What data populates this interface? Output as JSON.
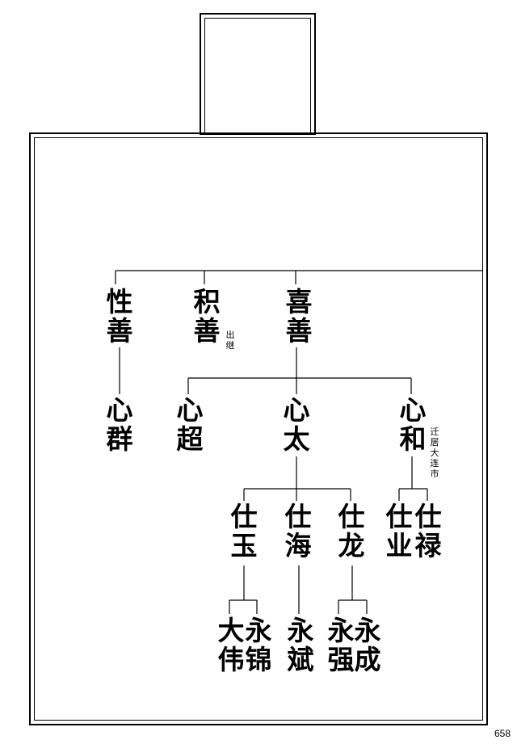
{
  "generations": {
    "g1": [
      {
        "id": "xingshan",
        "chars": [
          "性",
          "善"
        ]
      },
      {
        "id": "jishan",
        "chars": [
          "积",
          "善"
        ],
        "note": [
          "出",
          "继"
        ]
      },
      {
        "id": "xishan",
        "chars": [
          "喜",
          "善"
        ]
      }
    ],
    "g2": [
      {
        "id": "xinqun",
        "chars": [
          "心",
          "群"
        ]
      },
      {
        "id": "xinchao",
        "chars": [
          "心",
          "超"
        ]
      },
      {
        "id": "xintai",
        "chars": [
          "心",
          "太"
        ]
      },
      {
        "id": "xinhe",
        "chars": [
          "心",
          "和"
        ],
        "note": [
          "迁",
          "居",
          "大",
          "连",
          "市"
        ]
      }
    ],
    "g3": [
      {
        "id": "shiyu",
        "chars": [
          "仕",
          "玉"
        ]
      },
      {
        "id": "shihai",
        "chars": [
          "仕",
          "海"
        ]
      },
      {
        "id": "shilong",
        "chars": [
          "仕",
          "龙"
        ]
      },
      {
        "id": "shiye",
        "chars": [
          "仕",
          "业"
        ]
      },
      {
        "id": "shilu",
        "chars": [
          "仕",
          "禄"
        ]
      }
    ],
    "g4": [
      {
        "id": "dawei",
        "chars": [
          "大",
          "伟"
        ]
      },
      {
        "id": "yongjin",
        "chars": [
          "永",
          "锦"
        ]
      },
      {
        "id": "yongbin",
        "chars": [
          "永",
          "斌"
        ]
      },
      {
        "id": "yongqiang",
        "chars": [
          "永",
          "强"
        ]
      },
      {
        "id": "yongcheng",
        "chars": [
          "永",
          "成"
        ]
      }
    ]
  },
  "page_number": "658"
}
